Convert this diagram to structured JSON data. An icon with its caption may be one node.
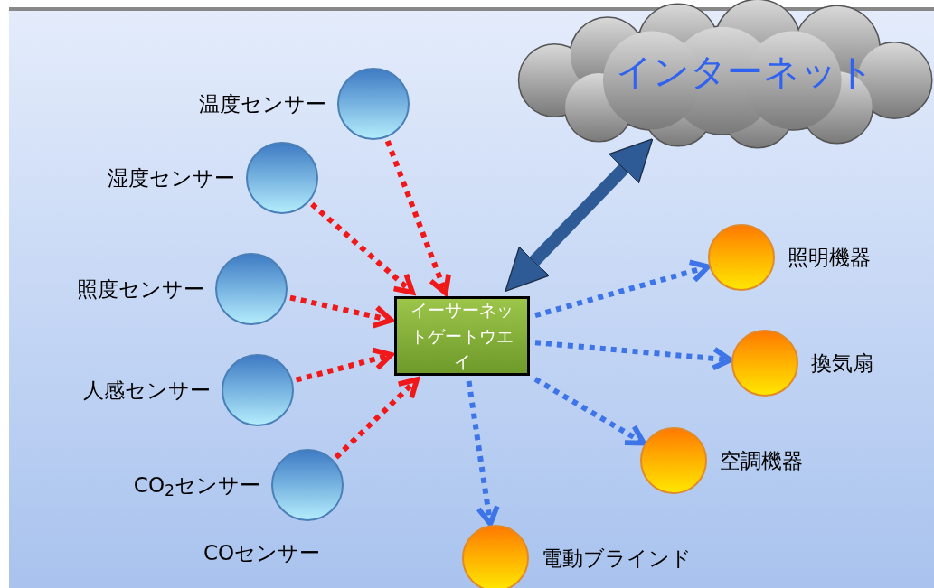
{
  "diagram": {
    "nodes": [
      {
        "text": [
          "インターネット"
        ]
      },
      {
        "text": [
          "イーサーネットゲートウエイ"
        ]
      },
      {
        "text": [],
        "shape": "circle",
        "beside": [
          "温度センサー"
        ]
      },
      {
        "text": [],
        "shape": "circle",
        "beside": [
          "湿度センサー"
        ]
      },
      {
        "text": [],
        "shape": "circle",
        "beside": [
          "照度センサー"
        ]
      },
      {
        "text": [],
        "shape": "circle",
        "beside": [
          "人感センサー"
        ]
      },
      {
        "text": [],
        "shape": "circle",
        "beside": [
          "CO$_{2}$センサー"
        ]
      },
      {
        "text": [],
        "shape": "circle",
        "beside": [
          "照明機器"
        ]
      },
      {
        "text": [],
        "shape": "circle",
        "beside": [
          "換気扇"
        ]
      },
      {
        "text": [],
        "shape": "circle",
        "beside": [
          "空調機器"
        ]
      },
      {
        "text": [],
        "shape": "circle",
        "beside": [
          "電動ブラインド"
        ]
      }
    ],
    "edges": [
      {
        "from": 2,
        "to": 1,
        "arrow": "to",
        "style": "dashed"
      },
      {
        "from": 3,
        "to": 1,
        "arrow": "to",
        "style": "dashed"
      },
      {
        "from": 4,
        "to": 1,
        "arrow": "to",
        "style": "dashed"
      },
      {
        "from": 5,
        "to": 1,
        "arrow": "to",
        "style": "dashed"
      },
      {
        "from": 6,
        "to": 1,
        "arrow": "to",
        "style": "dashed"
      },
      {
        "from": 1,
        "to": 7,
        "arrow": "to",
        "style": "dashed",
        "color": "#3d74e8"
      },
      {
        "from": 1,
        "to": 8,
        "arrow": "to",
        "style": "dashed",
        "color": "#3d74e8"
      },
      {
        "from": 1,
        "to": 9,
        "arrow": "to",
        "style": "dashed",
        "color": "#3d74e8"
      },
      {
        "from": 1,
        "to": 10,
        "arrow": "to",
        "style": "dashed",
        "color": "#3d74e8"
      },
      {
        "from": 1,
        "to": 0,
        "arrow": "both",
        "style": "thick",
        "color": "#2e5b95"
      }
    ],
    "labels": [
      "COセンサー"
    ]
  }
}
